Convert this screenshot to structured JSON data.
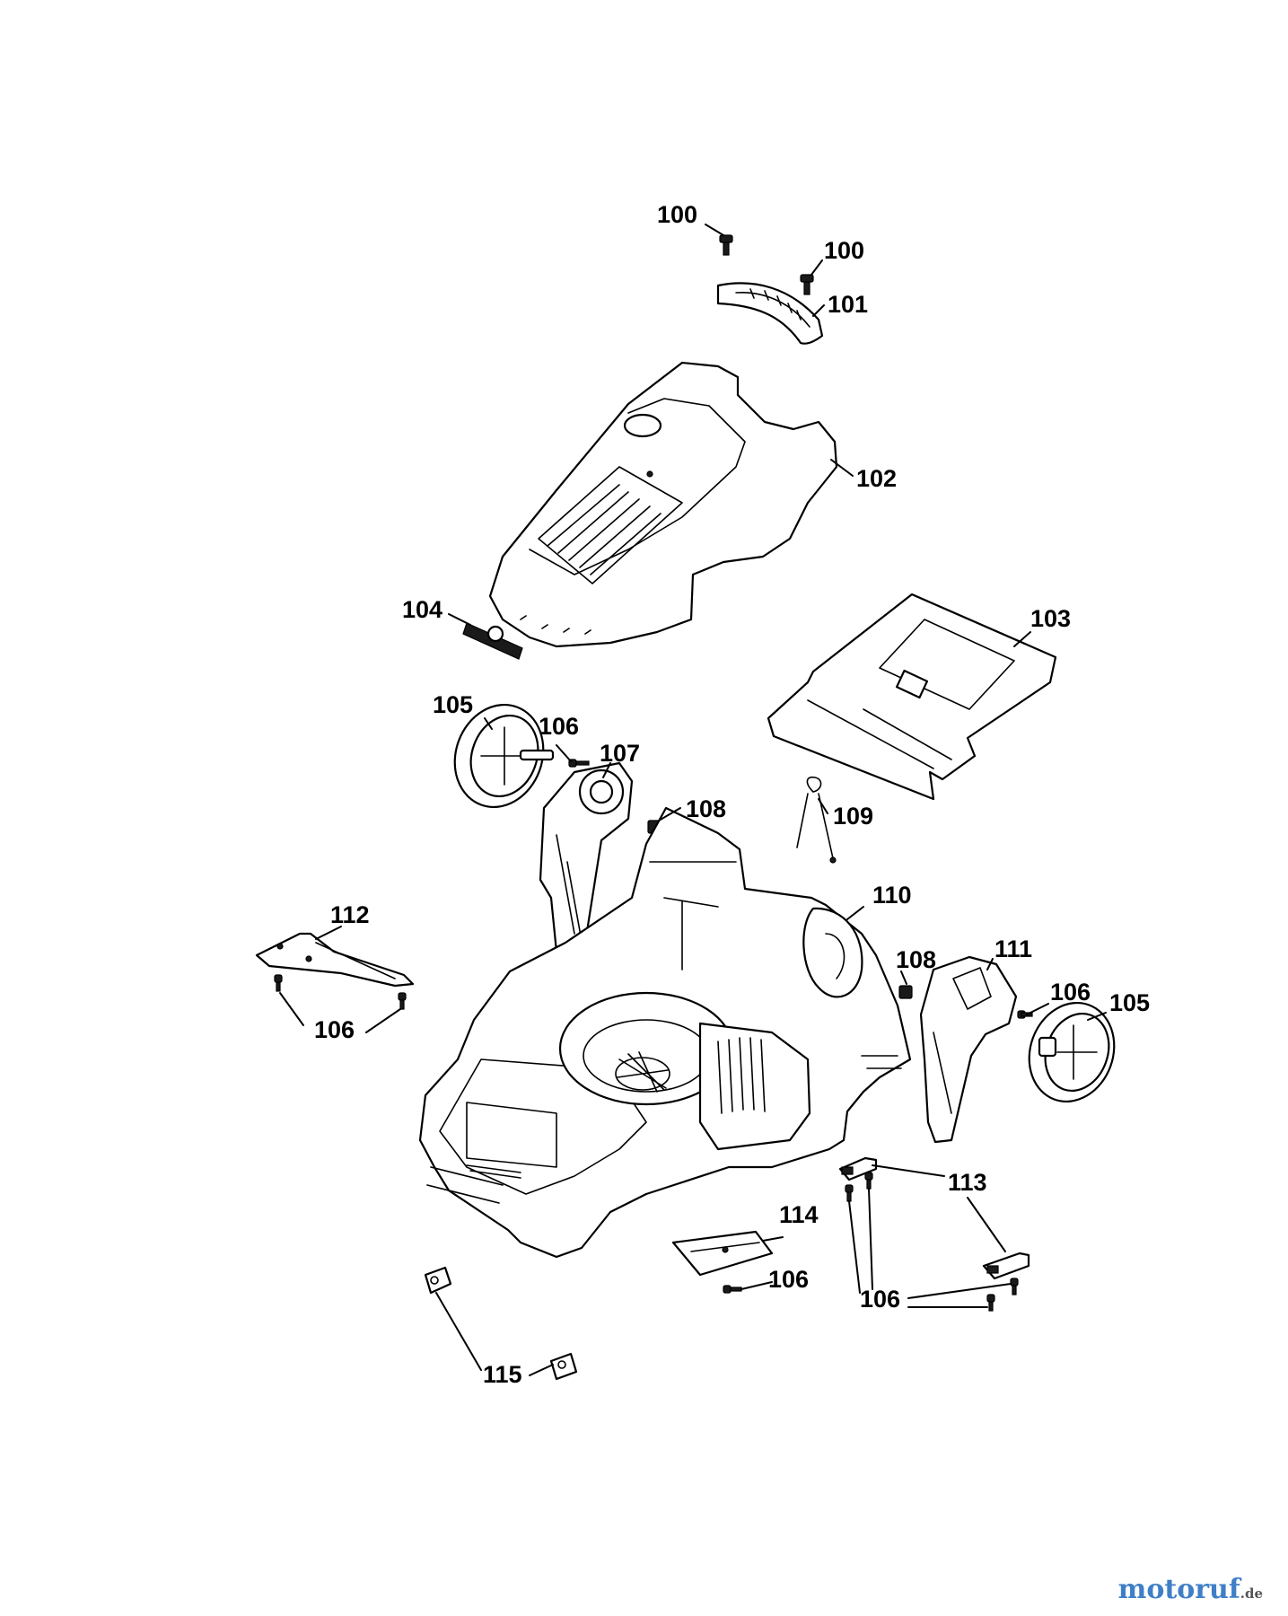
{
  "callouts": {
    "c100a": "100",
    "c100b": "100",
    "c101": "101",
    "c102": "102",
    "c103": "103",
    "c104": "104",
    "c105a": "105",
    "c105b": "105",
    "c106a": "106",
    "c106b": "106",
    "c106c": "106",
    "c106d": "106",
    "c106e": "106",
    "c107": "107",
    "c108a": "108",
    "c108b": "108",
    "c109": "109",
    "c110": "110",
    "c111": "111",
    "c112": "112",
    "c113": "113",
    "c114": "114",
    "c115": "115"
  },
  "logo": {
    "text": "motoruf",
    "tld": ".de"
  },
  "colors": {
    "line": "#000000",
    "background": "#ffffff",
    "logo_green": "#5aa35a",
    "logo_orange": "#e0902a",
    "logo_blue": "#3f7fc7",
    "logo_purple": "#8a5cb8"
  }
}
